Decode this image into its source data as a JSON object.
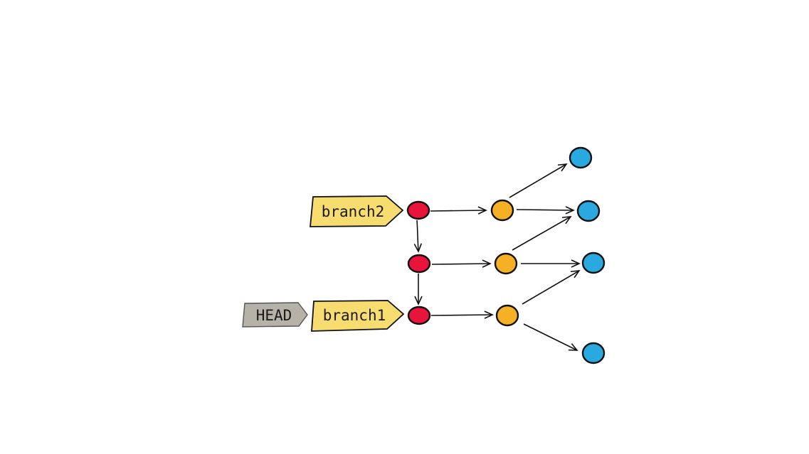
{
  "colors": {
    "background": "#ffffff",
    "branch_tag_fill": "#f7dc6f",
    "head_tag_fill": "#b7b2a8",
    "red_commit": "#e8143c",
    "orange_commit": "#f5b025",
    "blue_commit": "#2aa8e0",
    "outline": "#111111"
  },
  "tags": {
    "head": "HEAD",
    "branch1": "branch1",
    "branch2": "branch2"
  },
  "commits": {
    "red": [
      "r-top",
      "r-mid",
      "r-bottom"
    ],
    "orange": [
      "o-top",
      "o-mid",
      "o-bottom"
    ],
    "blue": [
      "b-1",
      "b-2",
      "b-3",
      "b-4"
    ]
  }
}
